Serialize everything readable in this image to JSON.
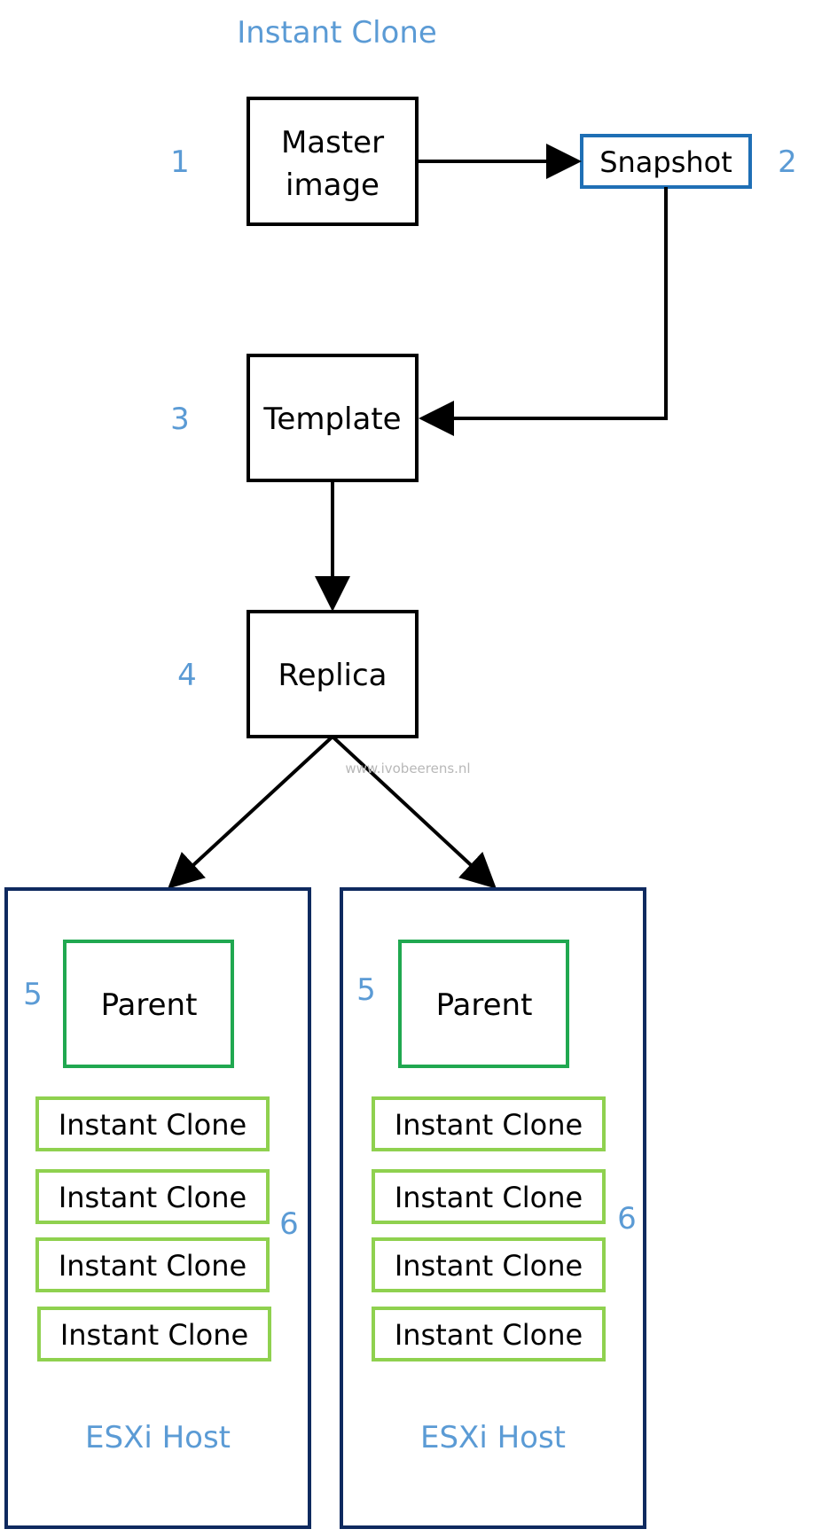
{
  "title": "Instant Clone",
  "watermark": "www.ivobeerens.nl",
  "nodes": {
    "master": {
      "label_line1": "Master",
      "label_line2": "image",
      "step": "1"
    },
    "snapshot": {
      "label": "Snapshot",
      "step": "2"
    },
    "template": {
      "label": "Template",
      "step": "3"
    },
    "replica": {
      "label": "Replica",
      "step": "4"
    }
  },
  "hosts": [
    {
      "label": "ESXi Host",
      "parent_label": "Parent",
      "parent_step": "5",
      "clones_step": "6",
      "clones": [
        "Instant Clone",
        "Instant Clone",
        "Instant Clone",
        "Instant Clone"
      ]
    },
    {
      "label": "ESXi Host",
      "parent_label": "Parent",
      "parent_step": "5",
      "clones_step": "6",
      "clones": [
        "Instant Clone",
        "Instant Clone",
        "Instant Clone",
        "Instant Clone"
      ]
    }
  ],
  "colors": {
    "accent_text": "#5b9bd5",
    "snapshot_border": "#1f6fb5",
    "host_border": "#0f2a5f",
    "parent_border": "#20a850",
    "clone_border": "#8fd14f"
  }
}
